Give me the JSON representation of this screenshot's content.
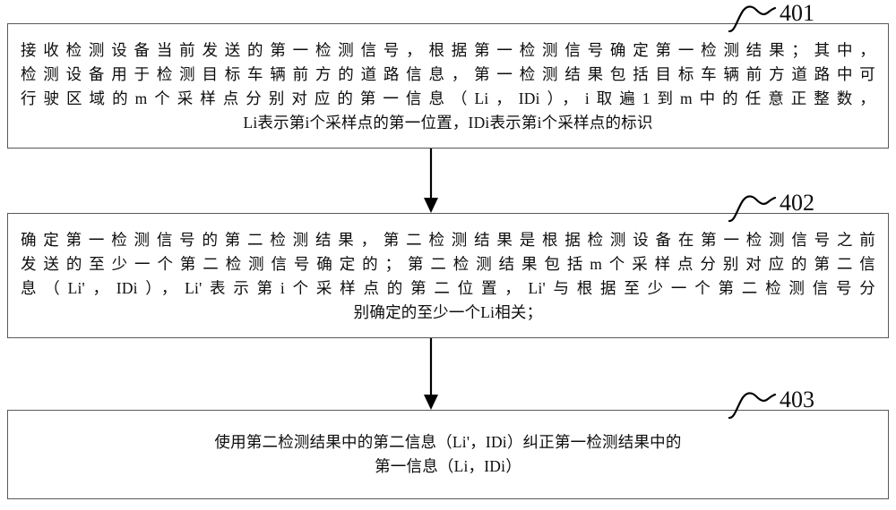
{
  "figure": {
    "type": "patent-flowchart",
    "orientation": "vertical",
    "background_color": "#ffffff",
    "line_color": "#58585a",
    "text_color": "#0d0d0d"
  },
  "steps": [
    {
      "ref": "401",
      "name": "step-401",
      "lines": [
        "接收检测设备当前发送的第一检测信号，根据第一检测信号确定第一检测结果；其中，",
        "检测设备用于检测目标车辆前方的道路信息，第一检测结果包括目标车辆前方道路中可",
        "行驶区域的m个采样点分别对应的第一信息（Li，IDi），i取遍1到m中的任意正整数，",
        "Li表示第i个采样点的第一位置，IDi表示第i个采样点的标识"
      ]
    },
    {
      "ref": "402",
      "name": "step-402",
      "lines": [
        "确定第一检测信号的第二检测结果，第二检测结果是根据检测设备在第一检测信号之前",
        "发送的至少一个第二检测信号确定的；第二检测结果包括m个采样点分别对应的第二信",
        "息（Li'，IDi），Li'表示第i个采样点的第二位置，Li'与根据至少一个第二检测信号分",
        "别确定的至少一个Li相关；"
      ]
    },
    {
      "ref": "403",
      "name": "step-403",
      "lines": [
        "使用第二检测结果中的第二信息（Li'，IDi）纠正第一检测结果中的",
        "第一信息（Li，IDi）"
      ]
    }
  ],
  "connectors": [
    {
      "name": "arrow-401-to-402",
      "from": "401",
      "to": "402"
    },
    {
      "name": "arrow-402-to-403",
      "from": "402",
      "to": "403"
    }
  ],
  "callouts": [
    {
      "name": "callout-401",
      "number": "401"
    },
    {
      "name": "callout-402",
      "number": "402"
    },
    {
      "name": "callout-403",
      "number": "403"
    }
  ]
}
